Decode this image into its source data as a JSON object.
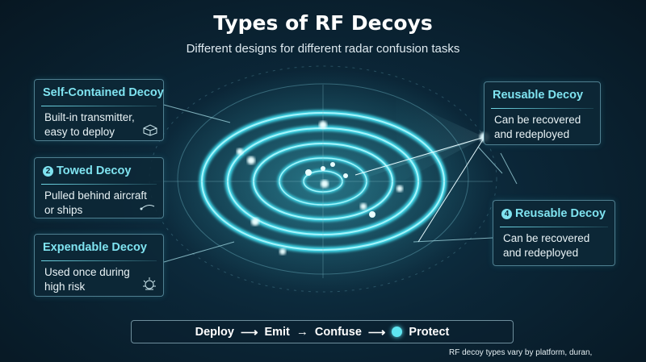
{
  "title": "Types of RF Decoys",
  "subtitle": "Different designs for different radar confusion tasks",
  "cards": {
    "self_contained": {
      "title": "Self-Contained Decoy",
      "body": [
        "Built-in transmitter,",
        "easy to deploy"
      ],
      "icon": "box-icon"
    },
    "towed": {
      "number": "2",
      "title": "Towed Decoy",
      "body": [
        "Pulled behind aircraft",
        "or ships"
      ],
      "icon": "tow-line-icon"
    },
    "expendable": {
      "title": "Expendable Decoy",
      "body": [
        "Used once during",
        "high risk"
      ],
      "icon": "burst-icon"
    },
    "reusable_top": {
      "title": "Reusable Decoy",
      "body": [
        "Can be recovered",
        "and redeployed"
      ]
    },
    "reusable_bottom": {
      "number": "4",
      "title": "Reusable Decoy",
      "body": [
        "Can be recovered",
        "and redeployed"
      ]
    }
  },
  "flow": {
    "steps": [
      "Deploy",
      "Emit",
      "Confuse",
      "Protect"
    ]
  },
  "footnote": "RF decoy types vary by platform, duran,",
  "colors": {
    "accent": "#5fe6f2",
    "card_title": "#7fe3f0",
    "background": "#0b2637"
  }
}
